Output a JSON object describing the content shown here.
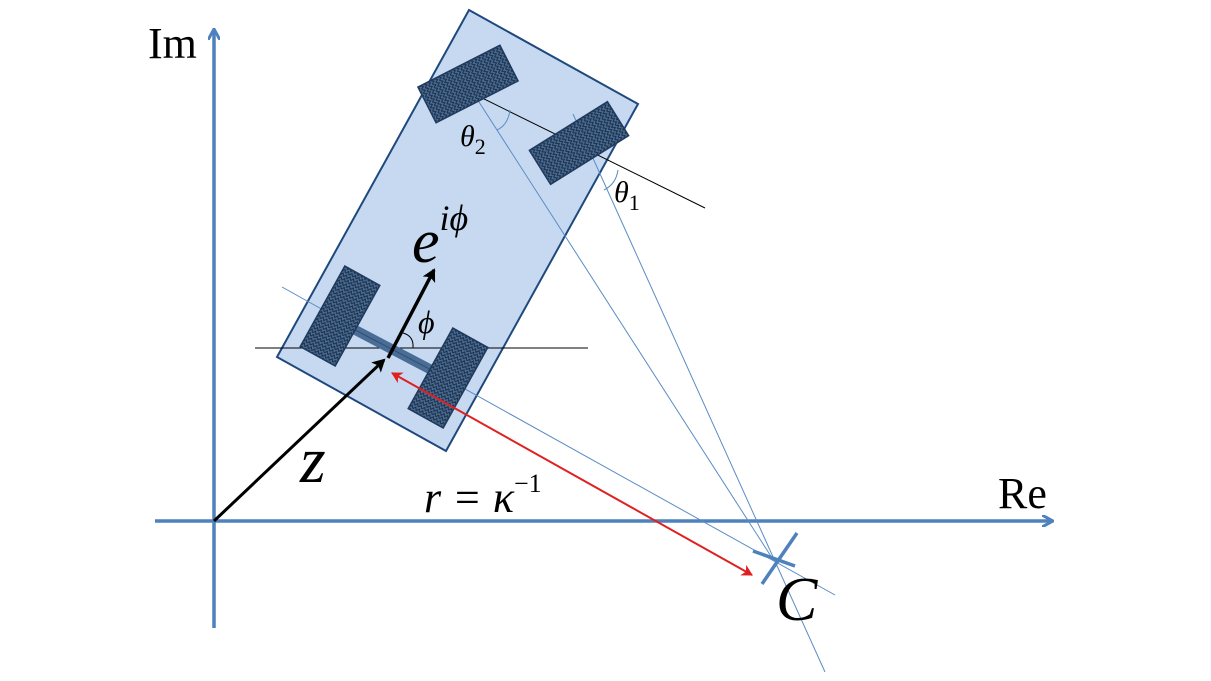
{
  "labels": {
    "im_axis": "Im",
    "re_axis": "Re",
    "theta2_sym": "θ",
    "theta2_sub": "2",
    "theta1_sym": "θ",
    "theta1_sub": "1",
    "orientation_base": "e",
    "orientation_exp": "iϕ",
    "phi": "ϕ",
    "position": "z",
    "radius_lhs": "r = κ",
    "radius_exp": "−1",
    "center": "C"
  },
  "colors": {
    "axis": "#4f81bd",
    "body_fill": "#c6d9f1",
    "body_stroke": "#1f497d",
    "wheel_fill": "#4a6d96",
    "wheel_stroke": "#1f3a5c",
    "guide_line": "#5b8cc4",
    "radius_arrow": "#e02020",
    "vector": "#000000"
  }
}
